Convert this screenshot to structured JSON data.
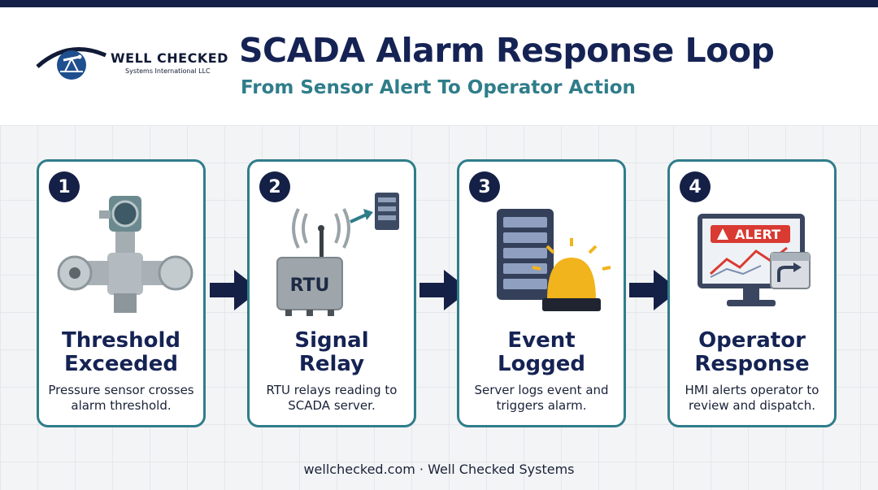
{
  "header": {
    "logo": {
      "name": "WELL CHECKED",
      "tagline": "Systems International LLC"
    },
    "title": "SCADA Alarm Response Loop",
    "subtitle": "From Sensor Alert To Operator Action"
  },
  "steps": [
    {
      "number": "1",
      "title_line1": "Threshold",
      "title_line2": "Exceeded",
      "desc_line1": "Pressure sensor crosses",
      "desc_line2": "alarm threshold.",
      "icon": "pressure-transmitter-icon"
    },
    {
      "number": "2",
      "title_line1": "Signal",
      "title_line2": "Relay",
      "desc_line1": "RTU relays reading to",
      "desc_line2": "SCADA server.",
      "icon": "rtu-icon",
      "icon_label": "RTU"
    },
    {
      "number": "3",
      "title_line1": "Event",
      "title_line2": "Logged",
      "desc_line1": "Server logs event and",
      "desc_line2": "triggers alarm.",
      "icon": "server-alarm-icon"
    },
    {
      "number": "4",
      "title_line1": "Operator",
      "title_line2": "Response",
      "desc_line1": "HMI alerts operator to",
      "desc_line2": "review and dispatch.",
      "icon": "hmi-monitor-icon",
      "icon_label": "ALERT"
    }
  ],
  "footer": {
    "text": "wellchecked.com · Well Checked Systems"
  },
  "colors": {
    "navy": "#152354",
    "teal": "#2f7d8a",
    "alert_red": "#d93a32",
    "bell_yellow": "#f2b41c"
  }
}
